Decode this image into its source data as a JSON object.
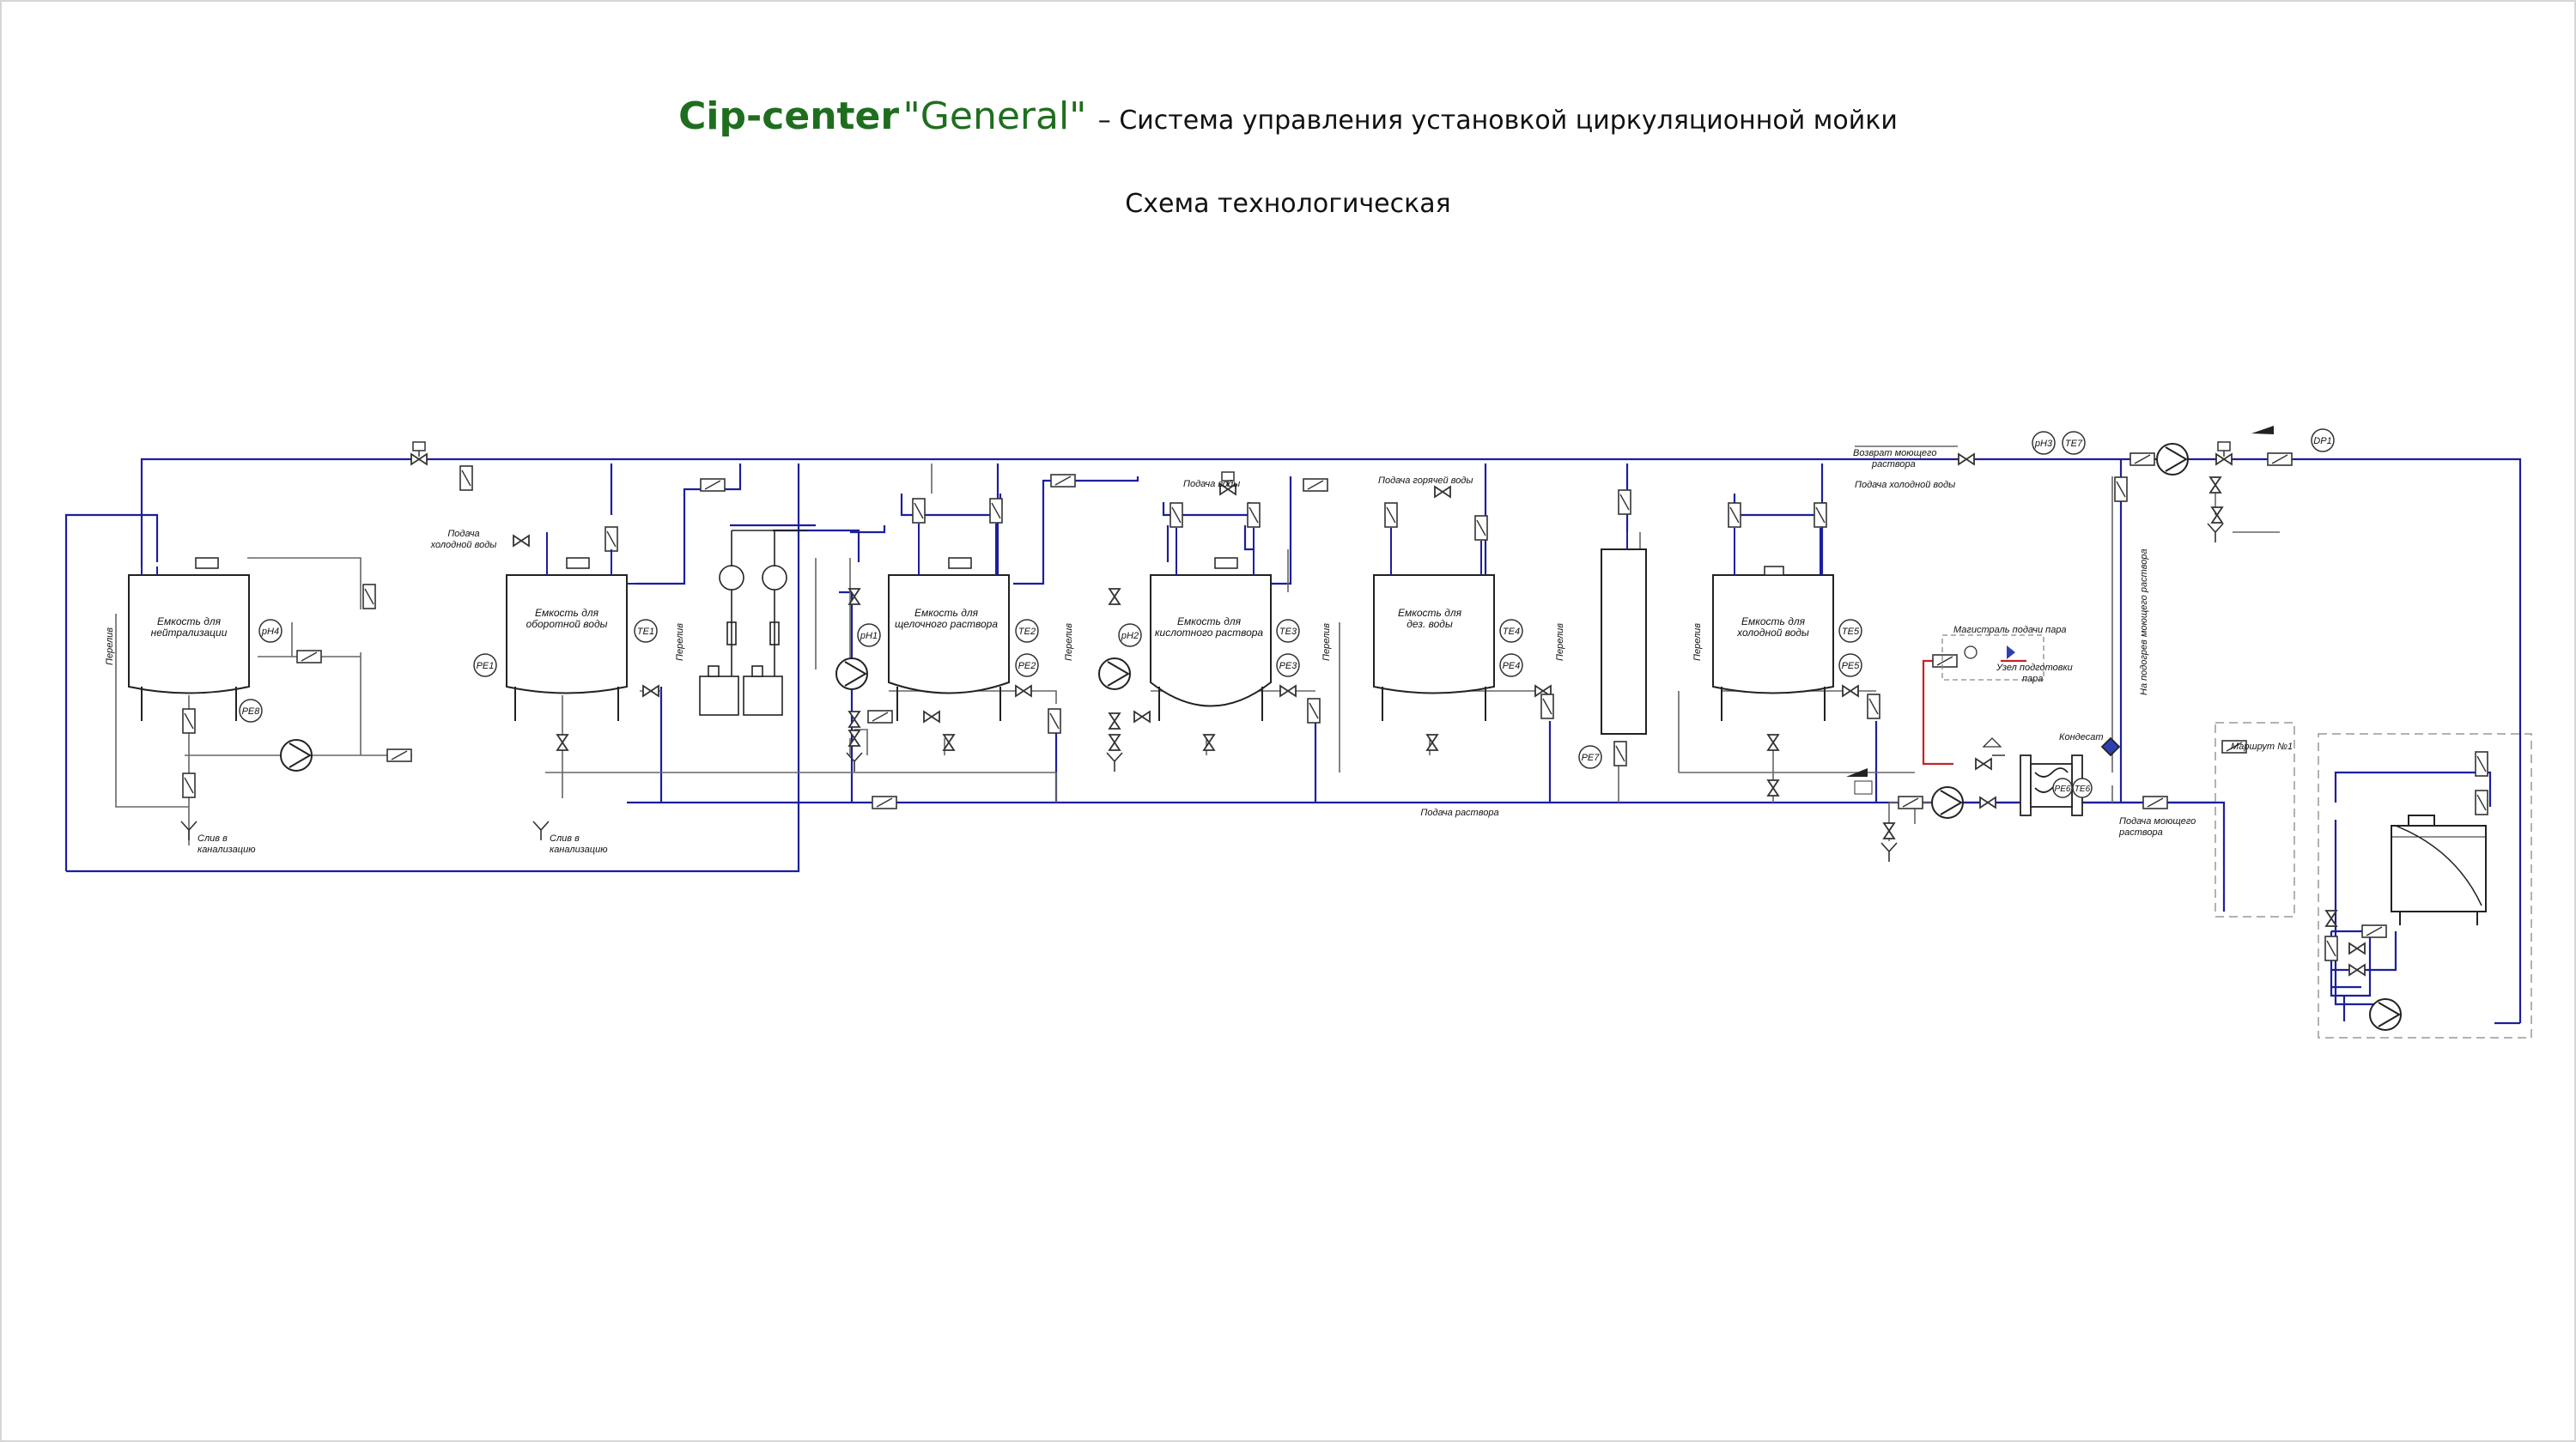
{
  "title": {
    "brand": "Cip-center",
    "product": "\"General\"",
    "subtitle": "– Система управления установкой циркуляционной мойки"
  },
  "scheme_title": "Схема  технологическая",
  "colors": {
    "pipe_supply": "#1c1f9c",
    "pipe_line": "#555555",
    "steam": "#c62222",
    "title_green": "#1f6e1f"
  },
  "tanks": [
    {
      "label_1": "Емкость для",
      "label_2": "нейтрализации"
    },
    {
      "label_1": "Емкость для",
      "label_2": "оборотной воды"
    },
    {
      "label_1": "Емкость для",
      "label_2": "щелочного раствора"
    },
    {
      "label_1": "Емкость для",
      "label_2": "кислотного раствора"
    },
    {
      "label_1": "Емкость для",
      "label_2": "дез. воды"
    },
    {
      "label_1": "Емкость для",
      "label_2": "холодной воды"
    }
  ],
  "instruments": {
    "ph4": "pH4",
    "pe8": "PE8",
    "pe1": "PE1",
    "te1": "TE1",
    "ph1": "pH1",
    "te2": "TE2",
    "pe2": "PE2",
    "ph2": "pH2",
    "te3": "TE3",
    "pe3": "PE3",
    "te4": "TE4",
    "pe4": "PE4",
    "te5": "TE5",
    "pe5": "PE5",
    "pe7": "PE7",
    "pe6": "PE6",
    "te6": "TE6",
    "ph3": "pH3",
    "te7": "TE7",
    "dp1": "DP1"
  },
  "labels": {
    "overflow": "Перелив",
    "cold_water_1": "Подача",
    "cold_water_2": "холодной воды",
    "water_supply": "Подача воды",
    "hot_water_supply": "Подача горячей воды",
    "cold_water_supply": "Подача холодной воды",
    "return_1": "Возврат моющего",
    "return_2": "раствора",
    "drain_1": "Слив в",
    "drain_2": "канализацию",
    "solution_supply": "Подача раствора",
    "steam_main": "Магистраль подачи пара",
    "steam_unit_1": "Узел подготовки",
    "steam_unit_2": "пара",
    "condensate": "Кондесат",
    "heating_line": "На подогрев моющего раствора",
    "wash_supply_1": "Подача моющего",
    "wash_supply_2": "раствора",
    "route": "Маршрут №1"
  }
}
